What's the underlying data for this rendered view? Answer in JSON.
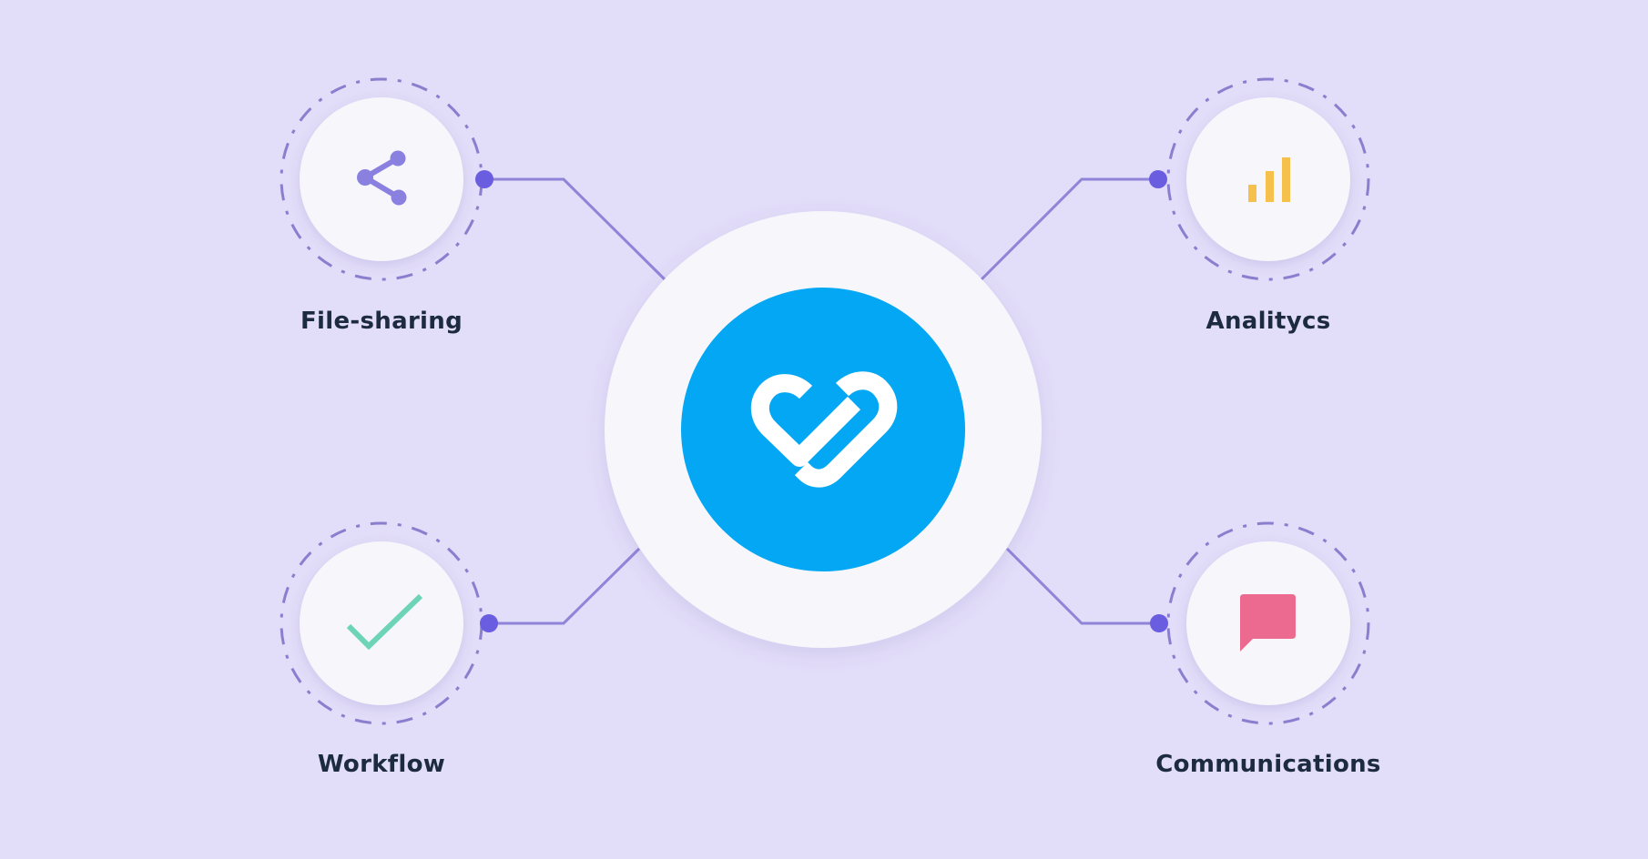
{
  "colors": {
    "background": "#e2ddf8",
    "connector": "#8f84d8",
    "connector_dot": "#6a5ddf",
    "ring_dash": "#8a7fcf",
    "node_fill": "#f7f7fb",
    "hub_outer": "#f7f7fb",
    "hub_inner": "#04a7f3",
    "logo": "#ffffff",
    "label_text": "#1d2b3f",
    "share_icon": "#8a80e0",
    "bars_icon": "#f6c04c",
    "check_icon": "#6dd4b7",
    "chat_icon": "#ec6a8f"
  },
  "hub": {
    "name": "central-logo",
    "icon": "heart-link-logo"
  },
  "nodes": [
    {
      "id": "file-sharing",
      "label": "File-sharing",
      "icon": "share-icon",
      "position": "top-left"
    },
    {
      "id": "analytics",
      "label": "Analitycs",
      "icon": "bar-chart-icon",
      "position": "top-right"
    },
    {
      "id": "workflow",
      "label": "Workflow",
      "icon": "checkmark-icon",
      "position": "bottom-left"
    },
    {
      "id": "communications",
      "label": "Communications",
      "icon": "chat-bubble-icon",
      "position": "bottom-right"
    }
  ]
}
